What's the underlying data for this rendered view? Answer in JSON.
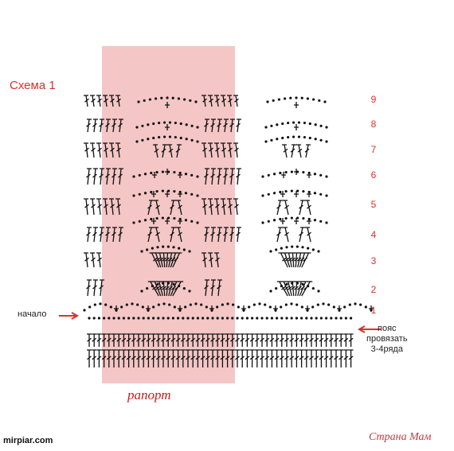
{
  "diagram": {
    "title": "Схема 1",
    "row_numbers": [
      "9",
      "8",
      "7",
      "6",
      "5",
      "4",
      "3",
      "2",
      "1"
    ],
    "start_label": "начало",
    "belt_label": [
      "пояс",
      "провязать",
      "3-4ряда"
    ],
    "repeat_label": "рапорт",
    "colors": {
      "highlight": "#f4c6c6",
      "accent": "#d9302f",
      "ink": "#111111"
    }
  },
  "watermarks": {
    "left": "mirpiar.com",
    "right": "Страна Мам"
  }
}
